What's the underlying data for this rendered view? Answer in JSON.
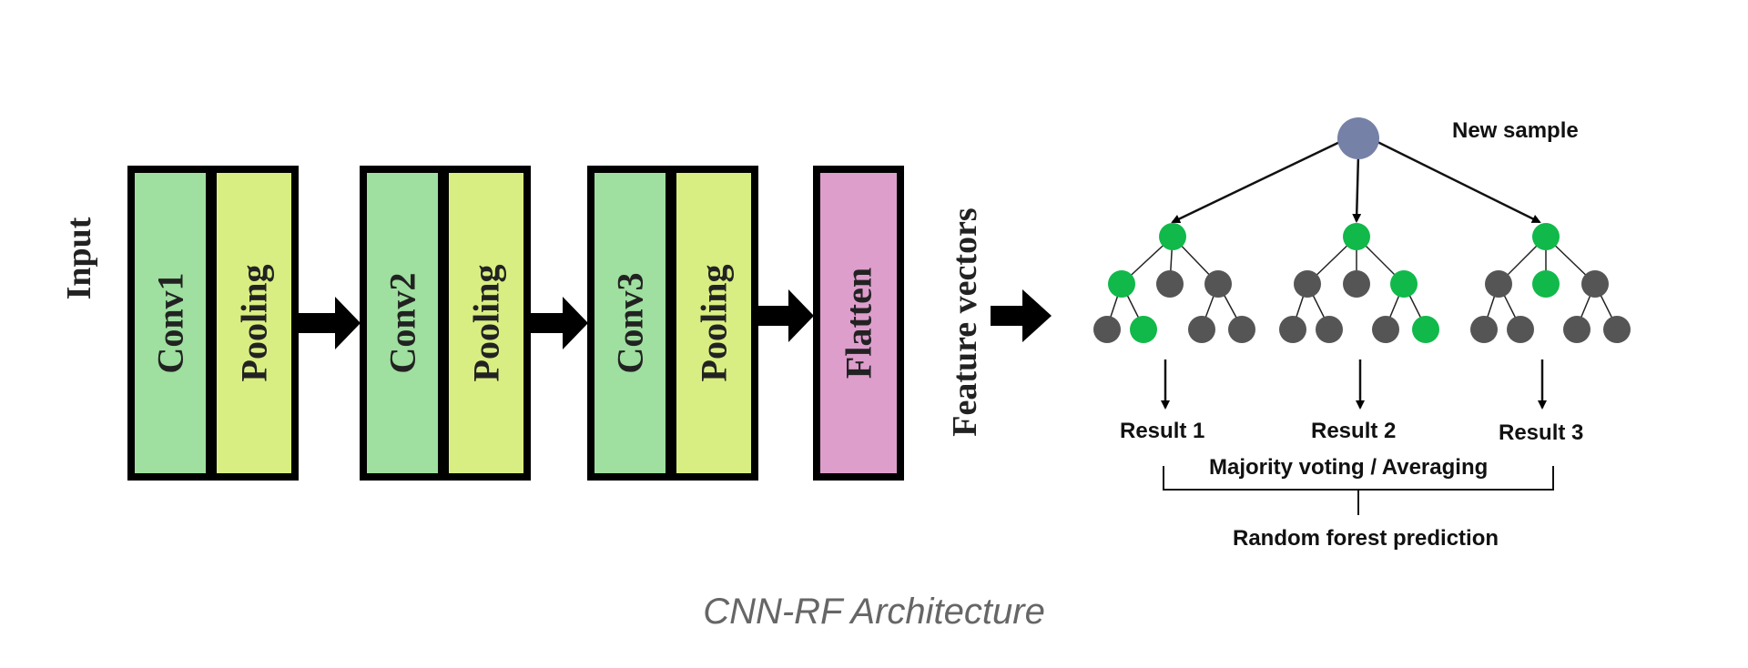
{
  "cnn": {
    "input_label": "Input",
    "blocks": [
      {
        "a": "Conv1",
        "b": "Pooling"
      },
      {
        "a": "Conv2",
        "b": "Pooling"
      },
      {
        "a": "Conv3",
        "b": "Pooling"
      }
    ],
    "flatten_label": "Flatten",
    "feature_label": "Feature vectors"
  },
  "forest": {
    "new_sample_label": "New sample",
    "results": [
      "Result 1",
      "Result 2",
      "Result 3"
    ],
    "aggregation_label": "Majority voting / Averaging",
    "prediction_label": "Random forest prediction"
  },
  "caption": "CNN-RF Architecture",
  "colors": {
    "conv": "#9fdf9f",
    "pooling": "#d9ee82",
    "flatten": "#dd9ecc",
    "root_node": "#7681a8",
    "active_node": "#10b94a",
    "inactive_node": "#555555"
  }
}
